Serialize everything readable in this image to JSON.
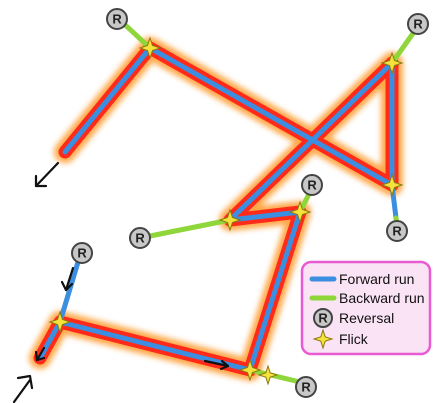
{
  "legend": {
    "items": [
      {
        "key": "forward",
        "label": "Forward run",
        "color": "#3b8ee0"
      },
      {
        "key": "backward",
        "label": "Backward run",
        "color": "#8fd63a"
      },
      {
        "key": "reversal",
        "label": "Reversal",
        "symbol": "R"
      },
      {
        "key": "flick",
        "label": "Flick",
        "color": "#f5e23a"
      }
    ],
    "border_color": "#e85bd2",
    "background": "#fbe3f6"
  },
  "highlight_colors": {
    "core": "#ff2a1a",
    "glow": "#ff9a2a"
  },
  "reversal_symbol": "R",
  "reversal_count": 7,
  "flick_count": 8,
  "direction_arrow_count": 5
}
